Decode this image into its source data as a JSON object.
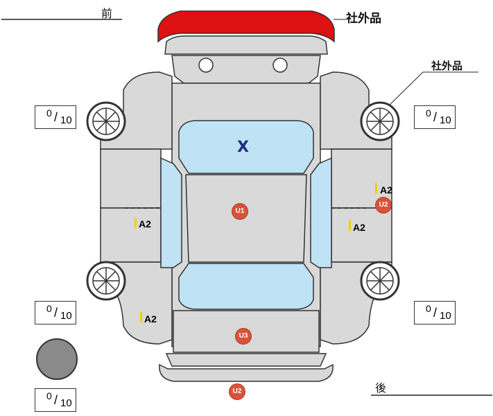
{
  "labels": {
    "front": "前",
    "rear": "後",
    "aftermarket_top": "社外品",
    "aftermarket_right": "社外品"
  },
  "tread_gauges": [
    {
      "value": "0",
      "max": "10"
    },
    {
      "value": "0",
      "max": "10"
    },
    {
      "value": "0",
      "max": "10"
    },
    {
      "value": "0",
      "max": "10"
    },
    {
      "value": "0",
      "max": "10"
    }
  ],
  "damage_marks": [
    {
      "code": "A2"
    },
    {
      "code": "A2"
    },
    {
      "code": "A2"
    },
    {
      "code": "A2"
    }
  ],
  "badges": [
    {
      "code": "U1"
    },
    {
      "code": "U2"
    },
    {
      "code": "U3"
    },
    {
      "code": "U2"
    }
  ],
  "windshield_mark": "X",
  "colors": {
    "body": "#d9d9d9",
    "glass": "#bfe3f5",
    "bumper_highlight": "#dd1111",
    "badge": "#d9533a",
    "x_mark": "#1f2a80"
  }
}
